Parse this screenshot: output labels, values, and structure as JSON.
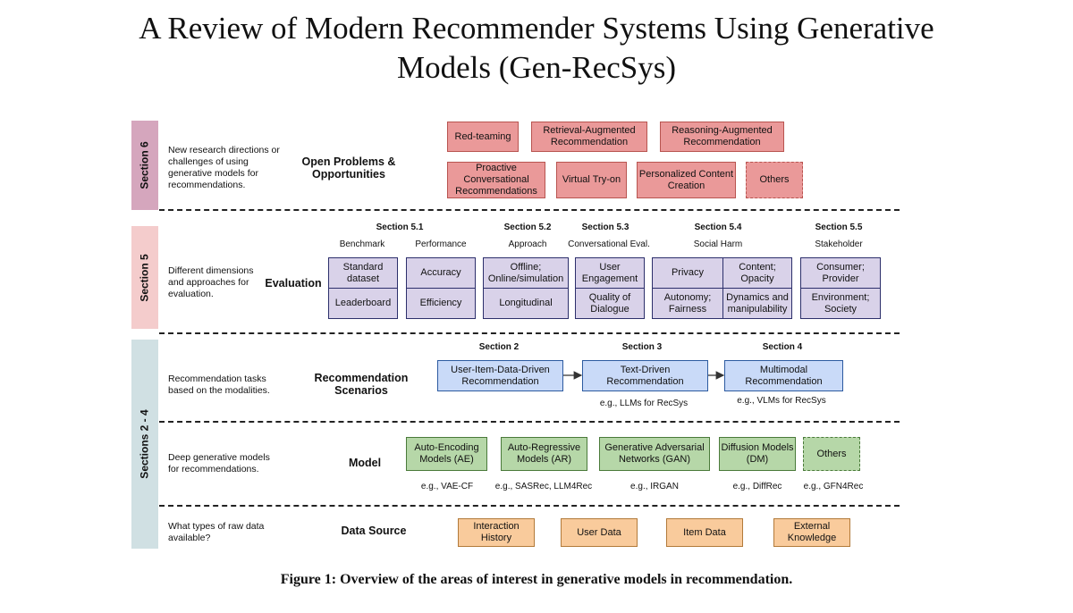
{
  "title_line1": "A Review of Modern Recommender Systems Using Generative",
  "title_line2": "Models (Gen-RecSys)",
  "caption": "Figure 1: Overview of the areas of interest in generative models in recommendation.",
  "colors": {
    "section6": "#d5a6bd",
    "section5": "#f4cccc",
    "section24": "#d0e0e3"
  },
  "section6": {
    "label": "Section 6",
    "desc": "New research directions or challenges of using generative models for recommendations.",
    "row": "Open Problems & Opportunities",
    "boxes": [
      "Red-teaming",
      "Retrieval-Augmented Recommendation",
      "Reasoning-Augmented Recommendation",
      "Proactive Conversational Recommendations",
      "Virtual Try-on",
      "Personalized Content Creation",
      "Others"
    ]
  },
  "section5": {
    "label": "Section 5",
    "desc": "Different dimensions and approaches for evaluation.",
    "row": "Evaluation",
    "headers": [
      "Section 5.1",
      "Section 5.2",
      "Section 5.3",
      "Section 5.4",
      "Section 5.5"
    ],
    "subheaders": [
      "Benchmark",
      "Performance",
      "Approach",
      "Conversational Eval.",
      "Social Harm",
      "Stakeholder"
    ],
    "cells": {
      "benchmark_top": "Standard dataset",
      "benchmark_bottom": "Leaderboard",
      "performance_top": "Accuracy",
      "performance_bottom": "Efficiency",
      "approach_top": "Offline; Online/simulation",
      "approach_bottom": "Longitudinal",
      "conv_top": "User Engagement",
      "conv_bottom": "Quality of Dialogue",
      "harm_tl": "Privacy",
      "harm_tr": "Content; Opacity",
      "harm_bl": "Autonomy; Fairness",
      "harm_br": "Dynamics and manipulability",
      "stake_top": "Consumer; Provider",
      "stake_bottom": "Environment; Society"
    }
  },
  "section24": {
    "label": "Sections 2 - 4",
    "scenarios": {
      "desc": "Recommendation tasks based on the modalities.",
      "row": "Recommendation Scenarios",
      "headers": [
        "Section 2",
        "Section 3",
        "Section 4"
      ],
      "boxes": [
        "User-Item-Data-Driven Recommendation",
        "Text-Driven Recommendation",
        "Multimodal Recommendation"
      ],
      "examples": [
        "e.g., LLMs for RecSys",
        "e.g., VLMs for RecSys"
      ]
    },
    "model": {
      "desc": "Deep generative models for recommendations.",
      "row": "Model",
      "boxes": [
        "Auto-Encoding Models (AE)",
        "Auto-Regressive Models (AR)",
        "Generative Adversarial Networks (GAN)",
        "Diffusion Models (DM)",
        "Others"
      ],
      "examples": [
        "e.g., VAE-CF",
        "e.g., SASRec, LLM4Rec",
        "e.g., IRGAN",
        "e.g., DiffRec",
        "e.g., GFN4Rec"
      ]
    },
    "data": {
      "desc": "What types of raw data available?",
      "row": "Data Source",
      "boxes": [
        "Interaction History",
        "User Data",
        "Item Data",
        "External Knowledge"
      ]
    }
  }
}
